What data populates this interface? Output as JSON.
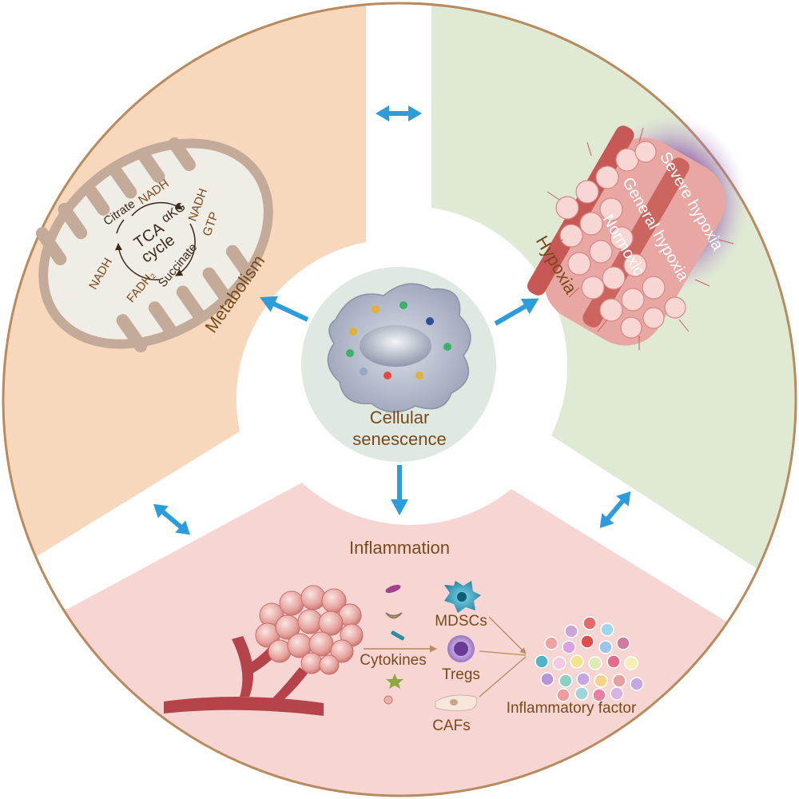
{
  "colors": {
    "metabolism_bg": "#f8d8bc",
    "hypoxia_bg": "#e0e9d4",
    "inflammation_bg": "#f6d5d3",
    "border": "#b88a5e",
    "arrow": "#2d9cdb",
    "center_bg": "#dfe9e2",
    "label_brown": "#7a4a1a"
  },
  "center": {
    "title_line1": "Cellular",
    "title_line2": "senescence"
  },
  "metabolism": {
    "title": "Metabolism",
    "tca_line1": "TCA",
    "tca_line2": "cycle",
    "citrate": "Citrate",
    "nadh_top": "NADH",
    "akg": "αKG",
    "nadh_right": "NADH",
    "gtp": "GTP",
    "succinate": "Succinate",
    "fadh2": "FADH₂",
    "nadh_left": "NADH"
  },
  "hypoxia": {
    "title": "Hypoxia",
    "levels": [
      "Severe hypoxia",
      "General hypoxia",
      "Normoxic"
    ]
  },
  "inflammation": {
    "title": "Inflammation",
    "cytokines": "Cytokines",
    "mdscs": "MDSCs",
    "tregs": "Tregs",
    "cafs": "CAFs",
    "inflammatory_factor": "Inflammatory factor"
  }
}
